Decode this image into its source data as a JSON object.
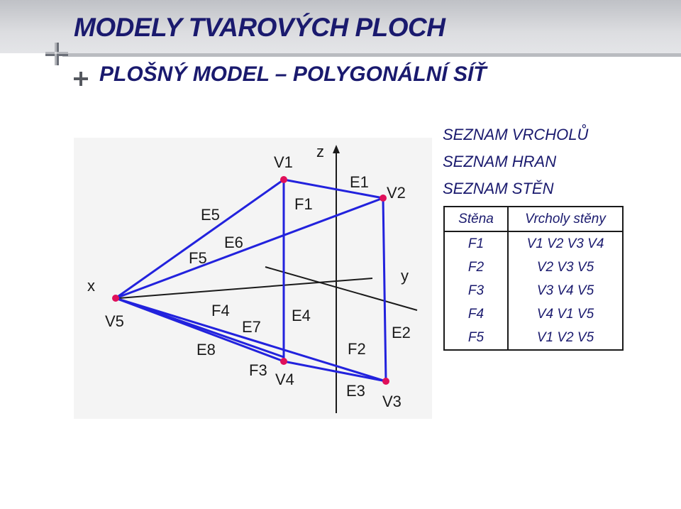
{
  "title": "MODELY TVAROVÝCH PLOCH",
  "subtitle": "PLOŠNÝ MODEL – POLYGONÁLNÍ SÍŤ",
  "lists": [
    "SEZNAM VRCHOLŮ",
    "SEZNAM HRAN",
    "SEZNAM STĚN"
  ],
  "table": {
    "headers": [
      "Stěna",
      "Vrcholy stěny"
    ],
    "rows": [
      [
        "F1",
        "V1 V2 V3 V4"
      ],
      [
        "F2",
        "V2 V3 V5"
      ],
      [
        "F3",
        "V3 V4 V5"
      ],
      [
        "F4",
        "V4 V1 V5"
      ],
      [
        "F5",
        "V1 V2 V5"
      ]
    ]
  },
  "diagram": {
    "axes": {
      "z": "z",
      "y": "y",
      "x": "x"
    },
    "vertices": {
      "v1": "V1",
      "v2": "V2",
      "v3": "V3",
      "v4": "V4",
      "v5": "V5"
    },
    "edges": {
      "e1": "E1",
      "e2": "E2",
      "e3": "E3",
      "e4": "E4",
      "e5": "E5",
      "e6": "E6",
      "e7": "E7",
      "e8": "E8"
    },
    "faces": {
      "f1": "F1",
      "f2": "F2",
      "f3": "F3",
      "f4": "F4",
      "f5": "F5"
    },
    "colors": {
      "edge": "#2222dd",
      "vertex": "#e0105a",
      "axis": "#1a1a1a"
    }
  }
}
